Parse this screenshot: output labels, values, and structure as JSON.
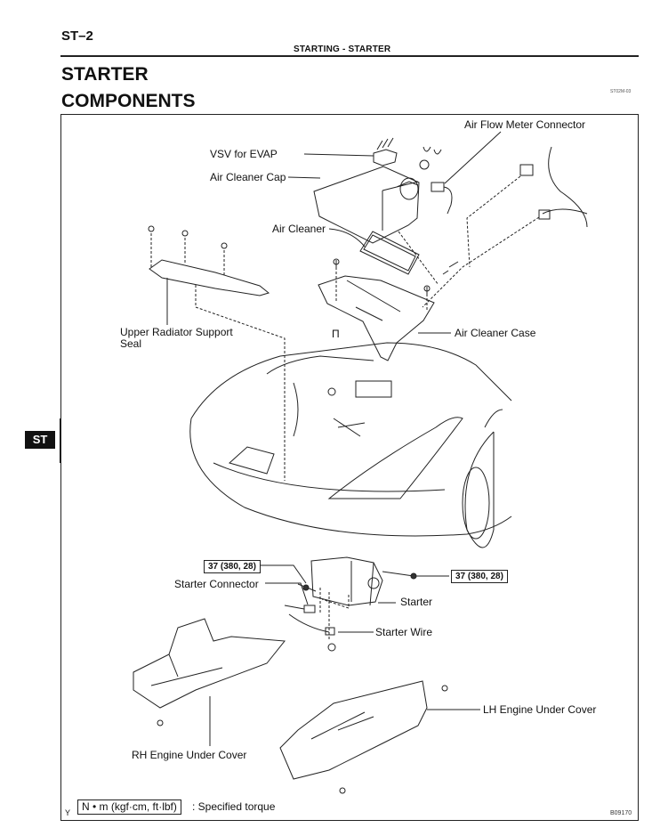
{
  "header": {
    "page_number": "ST–2",
    "running_head": "STARTING  -  STARTER",
    "title": "STARTER",
    "subtitle": "COMPONENTS",
    "reference_code": "ST02M-03"
  },
  "side_tab": {
    "label": "ST"
  },
  "diagram": {
    "labels": {
      "air_flow_meter_connector": "Air Flow Meter Connector",
      "vsv_for_evap": "VSV for EVAP",
      "air_cleaner_cap": "Air Cleaner Cap",
      "air_cleaner": "Air Cleaner",
      "upper_radiator_support_seal_line1": "Upper  Radiator  Support",
      "upper_radiator_support_seal_line2": "Seal",
      "air_cleaner_case": "Air Cleaner Case",
      "case_mark": "Π",
      "starter_connector": "Starter Connector",
      "starter": "Starter",
      "starter_wire": "Starter Wire",
      "lh_engine_under_cover": "LH Engine Under Cover",
      "rh_engine_under_cover": "RH Engine Under Cover"
    },
    "torque_specs": {
      "starter_bolt_left": "37 (380, 28)",
      "starter_bolt_right": "37 (380, 28)"
    },
    "figure_code": "B09170"
  },
  "legend": {
    "marker": "Y",
    "unit_box": "N • m (kgf·cm, ft·lbf)",
    "text": ": Specified torque"
  }
}
